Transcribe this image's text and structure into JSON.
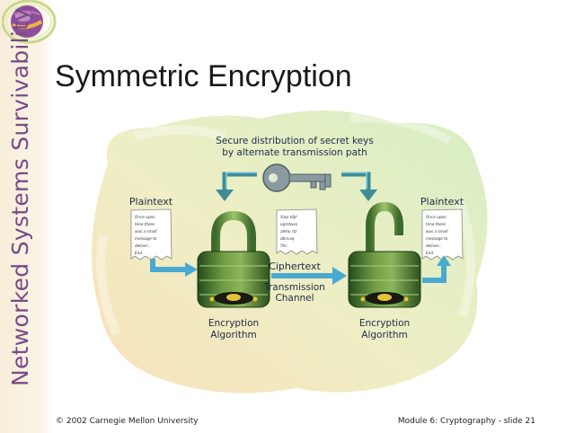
{
  "sidebar": {
    "org_name": "Networked Systems Survivability"
  },
  "slide": {
    "title": "Symmetric Encryption"
  },
  "diagram": {
    "key_label_line1": "Secure distribution of secret keys",
    "key_label_line2": "by alternate transmission path",
    "plaintext_left": "Plaintext",
    "plaintext_right": "Plaintext",
    "ciphertext": "Ciphertext",
    "channel_line1": "Transmission",
    "channel_line2": "Channel",
    "enc_line1": "Encryption",
    "enc_line2": "Algorithm",
    "dec_line1": "Encryption",
    "dec_line2": "Algorithm"
  },
  "footer": {
    "copyright": "© 2002 Carnegie Mellon University",
    "slide_ref": "Module 6:  Cryptography - slide 21"
  }
}
